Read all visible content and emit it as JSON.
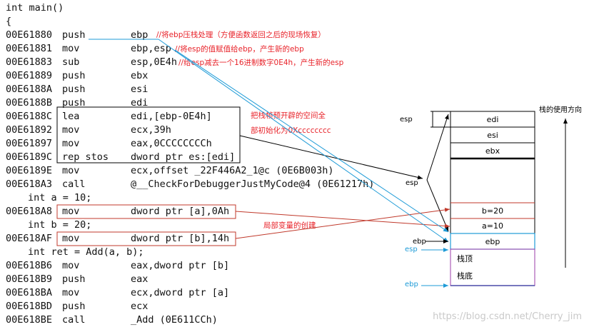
{
  "code": {
    "header": [
      "int main()",
      "{"
    ],
    "rows": [
      {
        "type": "asm",
        "addr": "00E61880",
        "op": "push",
        "arg": "ebp"
      },
      {
        "type": "asm",
        "addr": "00E61881",
        "op": "mov",
        "arg": "ebp,esp"
      },
      {
        "type": "asm",
        "addr": "00E61883",
        "op": "sub",
        "arg": "esp,0E4h"
      },
      {
        "type": "asm",
        "addr": "00E61889",
        "op": "push",
        "arg": "ebx"
      },
      {
        "type": "asm",
        "addr": "00E6188A",
        "op": "push",
        "arg": "esi"
      },
      {
        "type": "asm",
        "addr": "00E6188B",
        "op": "push",
        "arg": "edi"
      },
      {
        "type": "asm",
        "addr": "00E6188C",
        "op": "lea",
        "arg": "edi,[ebp-0E4h]"
      },
      {
        "type": "asm",
        "addr": "00E61892",
        "op": "mov",
        "arg": "ecx,39h"
      },
      {
        "type": "asm",
        "addr": "00E61897",
        "op": "mov",
        "arg": "eax,0CCCCCCCCh"
      },
      {
        "type": "asm",
        "addr": "00E6189C",
        "op": "rep stos",
        "arg": "dword ptr es:[edi]"
      },
      {
        "type": "asm",
        "addr": "00E6189E",
        "op": "mov",
        "arg": "ecx,offset _22F446A2_1@c (0E6B003h)"
      },
      {
        "type": "asm",
        "addr": "00E618A3",
        "op": "call",
        "arg": "@__CheckForDebuggerJustMyCode@4 (0E61217h)"
      },
      {
        "type": "src",
        "text": "int a = 10;"
      },
      {
        "type": "asm",
        "addr": "00E618A8",
        "op": "mov",
        "arg": "dword ptr [a],0Ah"
      },
      {
        "type": "src",
        "text": "int b = 20;"
      },
      {
        "type": "asm",
        "addr": "00E618AF",
        "op": "mov",
        "arg": "dword ptr [b],14h"
      },
      {
        "type": "src",
        "text": "int ret = Add(a, b);"
      },
      {
        "type": "asm",
        "addr": "00E618B6",
        "op": "mov",
        "arg": "eax,dword ptr [b]"
      },
      {
        "type": "asm",
        "addr": "00E618B9",
        "op": "push",
        "arg": "eax"
      },
      {
        "type": "asm",
        "addr": "00E618BA",
        "op": "mov",
        "arg": "ecx,dword ptr [a]"
      },
      {
        "type": "asm",
        "addr": "00E618BD",
        "op": "push",
        "arg": "ecx"
      },
      {
        "type": "asm",
        "addr": "00E618BE",
        "op": "call",
        "arg": "_Add (0E611CCh)"
      }
    ]
  },
  "annotations": {
    "push_ebp": "//将ebp压栈处理（方便函数返回之后的现场恢复）",
    "mov_ebp_esp": "//将esp的值赋值给ebp，产生新的ebp",
    "sub_esp": "//给esp减去一个16进制数字0E4h，产生新的esp",
    "init_line1": "把栈帧预开辟的空间全",
    "init_line2": "部初始化为0Xcccccccc",
    "locals": "局部变量的创建"
  },
  "stack": {
    "direction_label": "栈的使用方向",
    "cells": [
      "edi",
      "esi",
      "ebx",
      "",
      "b=20",
      "a=10",
      "ebp",
      "栈顶",
      "栈底"
    ],
    "labels": {
      "esp_top": "esp",
      "esp_mid": "esp",
      "ebp_old": "ebp",
      "esp_blue": "esp",
      "ebp_blue": "ebp"
    }
  },
  "watermark": "https://blog.csdn.net/Cherry_jim",
  "colors": {
    "annotation": "#e8232a",
    "arrow_blue": "#1e9bd7",
    "box_red": "#c0392b",
    "text": "#111111"
  }
}
